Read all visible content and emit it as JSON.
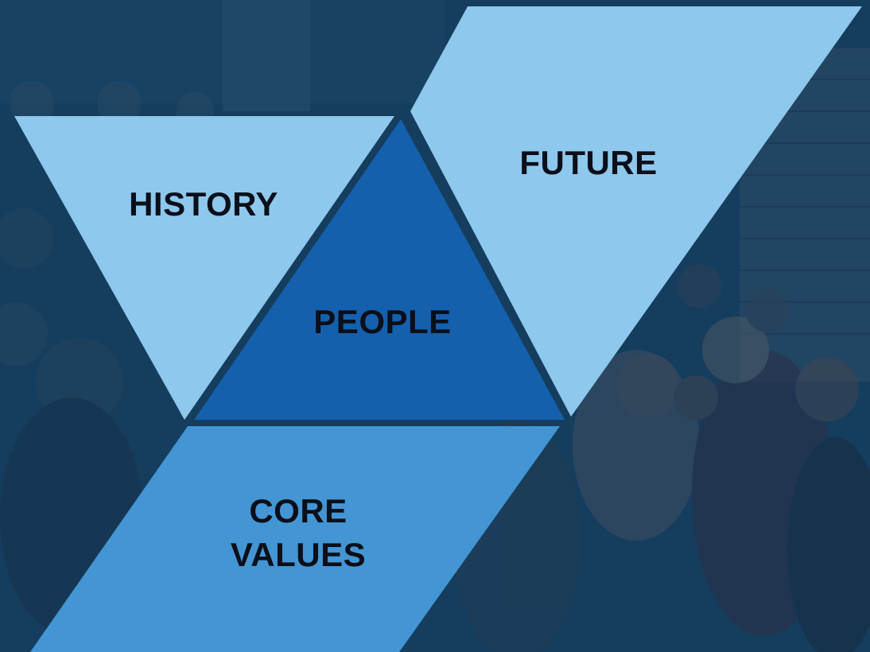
{
  "background": {
    "description_icon": "group-photo-background",
    "overlay_color": "#123a5c"
  },
  "segments": {
    "history": {
      "label": "HISTORY",
      "color": "#8ec8ec"
    },
    "future": {
      "label": "FUTURE",
      "color": "#8ec8ec"
    },
    "people": {
      "label": "PEOPLE",
      "color": "#1560ad"
    },
    "core_values": {
      "line1": "CORE",
      "line2": "VALUES",
      "color": "#4395d3"
    }
  }
}
